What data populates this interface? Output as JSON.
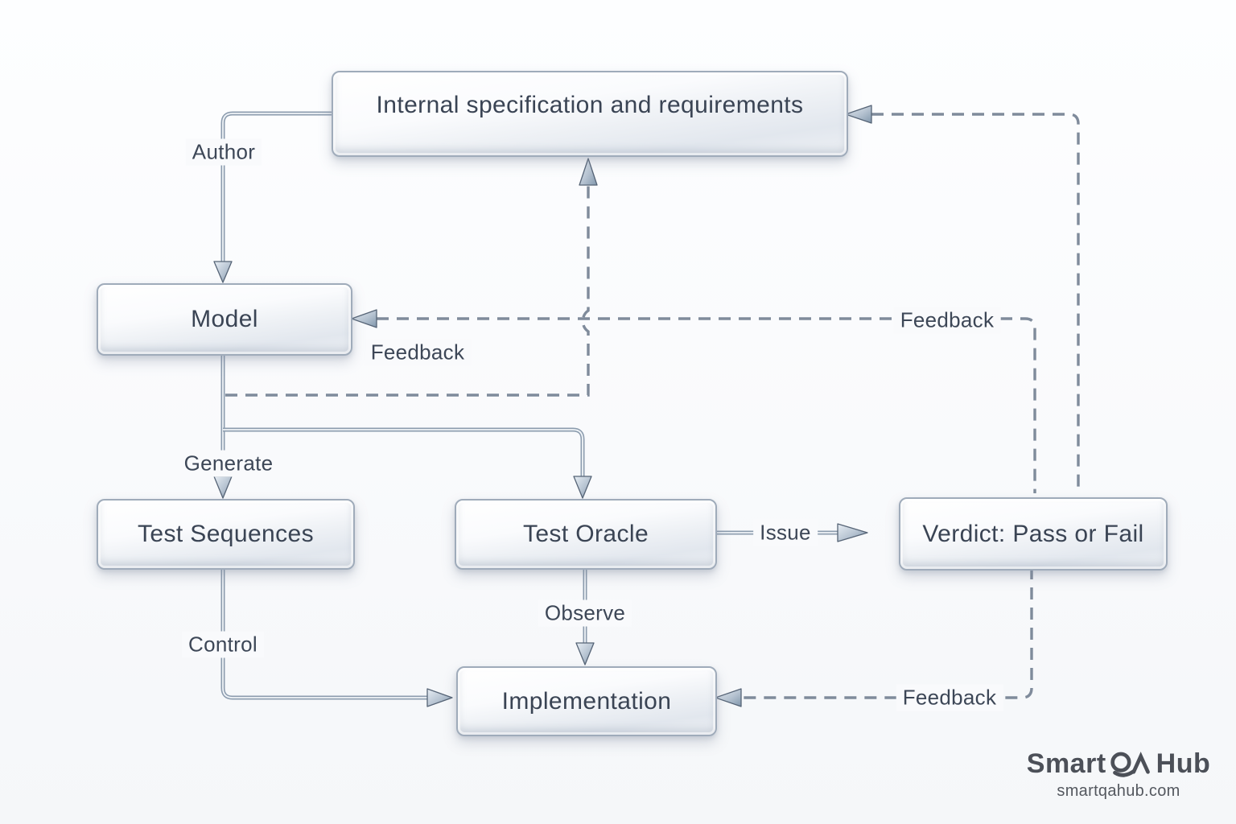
{
  "diagram": {
    "nodes": [
      {
        "id": "spec",
        "label": "Internal specification and requirements"
      },
      {
        "id": "model",
        "label": "Model"
      },
      {
        "id": "test_sequences",
        "label": "Test Sequences"
      },
      {
        "id": "test_oracle",
        "label": "Test Oracle"
      },
      {
        "id": "verdict",
        "label": "Verdict: Pass or Fail"
      },
      {
        "id": "implementation",
        "label": "Implementation"
      }
    ],
    "edges": {
      "author": "Author",
      "generate": "Generate",
      "control": "Control",
      "observe": "Observe",
      "issue": "Issue",
      "feedback_to_model": "Feedback",
      "feedback_to_spec": "Feedback",
      "feedback_to_implementation": "Feedback"
    },
    "colors": {
      "solid_line": "#8c9cae",
      "dashed_line": "#7f8b9b",
      "box_border": "#9fabba",
      "text": "#3a4454"
    }
  },
  "branding": {
    "name_prefix": "Smart",
    "monogram": "QA",
    "name_suffix": "Hub",
    "domain": "smartqahub.com",
    "mark_icon": "qa-monogram",
    "logo_color": "#4c5058"
  }
}
